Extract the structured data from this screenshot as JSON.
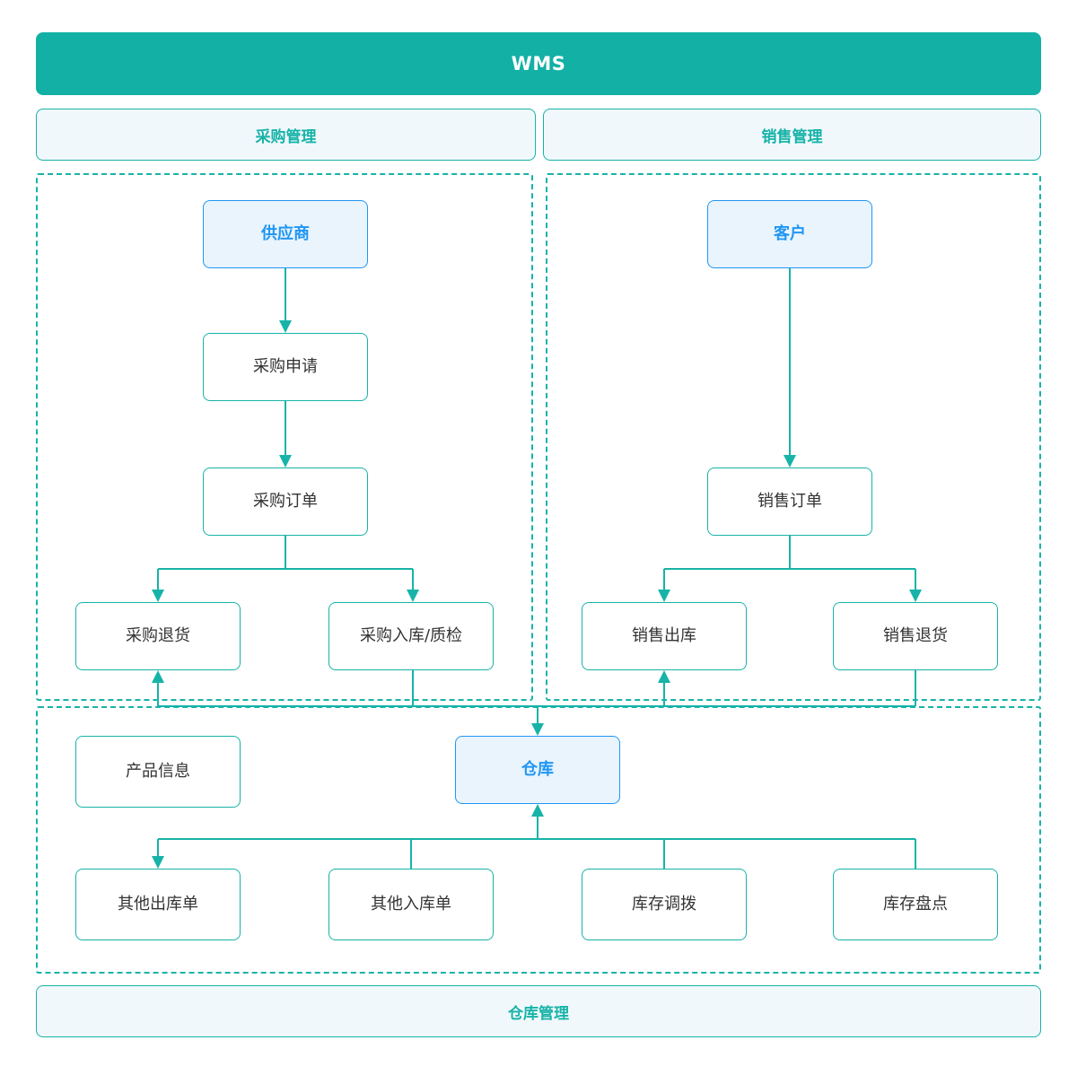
{
  "title": "WMS",
  "sections": {
    "purchase_header": "采购管理",
    "sales_header": "销售管理",
    "warehouse_header": "仓库管理"
  },
  "nodes": {
    "supplier": "供应商",
    "purchase_request": "采购申请",
    "purchase_order": "采购订单",
    "purchase_return": "采购退货",
    "purchase_inbound_qc": "采购入库/质检",
    "customer": "客户",
    "sales_order": "销售订单",
    "sales_outbound": "销售出库",
    "sales_return": "销售退货",
    "product_info": "产品信息",
    "warehouse": "仓库",
    "other_outbound": "其他出库单",
    "other_inbound": "其他入库单",
    "stock_transfer": "库存调拨",
    "stock_count": "库存盘点"
  },
  "colors": {
    "teal": "#17b3a8",
    "teal_bar": "#12b0a5",
    "blue": "#2196f3",
    "blue_fill": "#e9f4fd",
    "header_fill": "#f1f8fc",
    "text_dark": "#333333",
    "white": "#ffffff"
  },
  "chart_data": {
    "type": "diagram",
    "title": "WMS",
    "groups": [
      {
        "name": "采购管理",
        "members": [
          "供应商",
          "采购申请",
          "采购订单",
          "采购退货",
          "采购入库/质检"
        ]
      },
      {
        "name": "销售管理",
        "members": [
          "客户",
          "销售订单",
          "销售出库",
          "销售退货"
        ]
      },
      {
        "name": "仓库管理",
        "members": [
          "产品信息",
          "仓库",
          "其他出库单",
          "其他入库单",
          "库存调拨",
          "库存盘点"
        ]
      }
    ],
    "edges": [
      {
        "from": "供应商",
        "to": "采购申请"
      },
      {
        "from": "采购申请",
        "to": "采购订单"
      },
      {
        "from": "采购订单",
        "to": "采购退货"
      },
      {
        "from": "采购订单",
        "to": "采购入库/质检"
      },
      {
        "from": "客户",
        "to": "销售订单"
      },
      {
        "from": "销售订单",
        "to": "销售出库"
      },
      {
        "from": "销售订单",
        "to": "销售退货"
      },
      {
        "from": "采购入库/质检",
        "to": "仓库"
      },
      {
        "from": "销售退货",
        "to": "仓库"
      },
      {
        "from": "仓库",
        "to": "采购退货"
      },
      {
        "from": "仓库",
        "to": "销售出库"
      },
      {
        "from": "其他入库单",
        "to": "仓库"
      },
      {
        "from": "库存调拨",
        "to": "仓库"
      },
      {
        "from": "库存盘点",
        "to": "仓库"
      },
      {
        "from": "仓库",
        "to": "其他出库单"
      }
    ]
  }
}
